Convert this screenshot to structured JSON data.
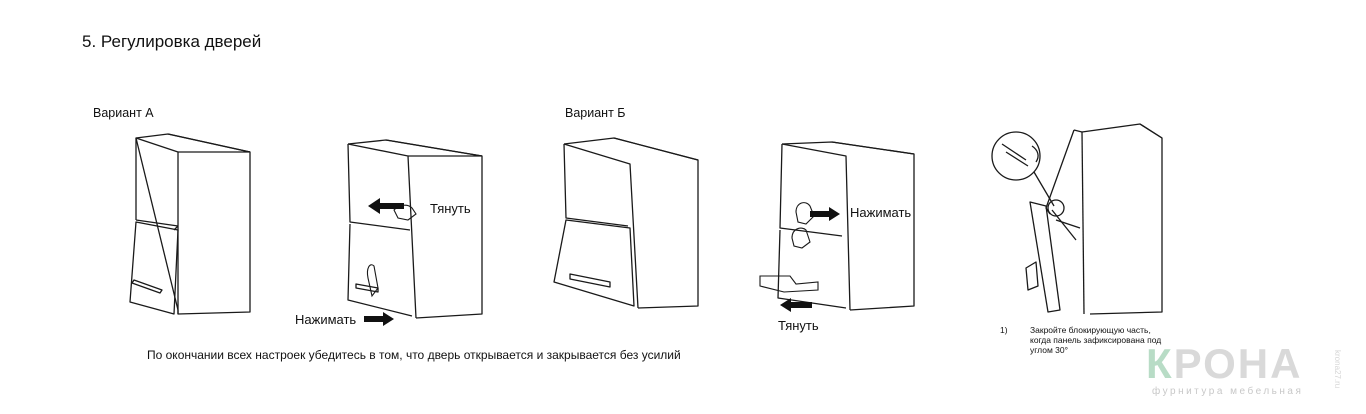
{
  "heading": "5. Регулировка дверей",
  "variant_a": {
    "label": "Вариант А"
  },
  "variant_b": {
    "label": "Вариант Б"
  },
  "actions": {
    "pull_a": "Тянуть",
    "push_a": "Нажимать",
    "push_b": "Нажимать",
    "pull_b": "Тянуть"
  },
  "footer_note": "По окончании всех настроек убедитесь в том, что дверь открывается и закрывается без усилий",
  "step_note": {
    "number": "1)",
    "lines": [
      "Закройте блокирующую часть,",
      "когда панель зафиксирована под",
      "углом 30°"
    ]
  },
  "logo": {
    "k": "К",
    "rest": "РОНА",
    "tagline": "фурнитура мебельная",
    "site": "krona27.ru"
  },
  "colors": {
    "line": "#1a1a1a",
    "logo_accent": "#b8dcc6",
    "logo_gray": "#d9d9d9"
  },
  "icons": [
    "cabinet",
    "hand",
    "arrow-left",
    "arrow-right",
    "lift-mechanism"
  ]
}
